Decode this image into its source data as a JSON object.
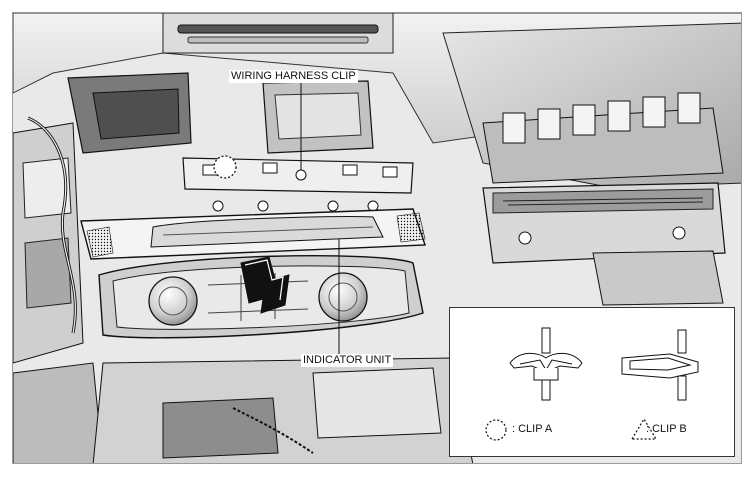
{
  "callouts": {
    "wiring_harness_clip": "WIRING HARNESS CLIP",
    "indicator_unit": "INDICATOR UNIT"
  },
  "legend": {
    "clip_a": ": CLIP A",
    "clip_b": ": CLIP B"
  },
  "icons": {
    "removal_arrow": "arrow-down-right-icon",
    "clip_a_symbol": "dotted-circle-icon",
    "clip_b_symbol": "dotted-triangle-icon"
  },
  "colors": {
    "frame_border": "#9a9a9a",
    "line_art": "#1a1a1a",
    "shading": "#d8d8d8",
    "arrow": "#111111"
  }
}
